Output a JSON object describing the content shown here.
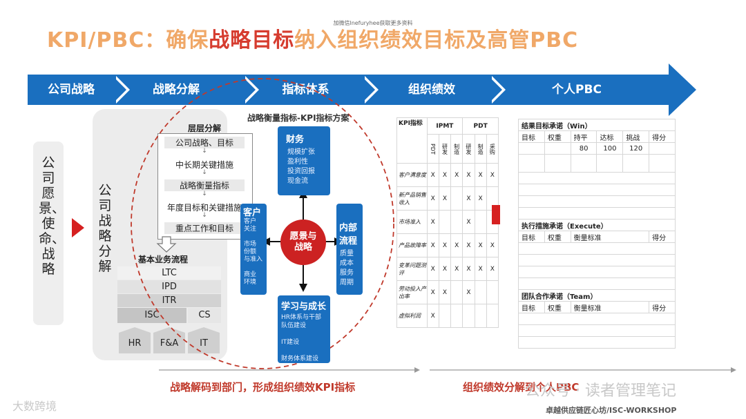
{
  "top_watermark": "加微信lnefuryhee获取更多资料",
  "title": {
    "pre": "KPI/PBC：确保",
    "highlight": "战略目标",
    "post": "纳入组织绩效目标及高管PBC"
  },
  "process": [
    "公司战略",
    "战略分解",
    "指标体系",
    "组织绩效",
    "个人PBC"
  ],
  "vision": "公司愿景、使命、战略",
  "decomp": "公司战略分解",
  "layers": {
    "title": "层层分解",
    "items": [
      "公司战略、目标",
      "中长期关键措施",
      "战略衡量指标",
      "年度目标和关键措施",
      "重点工作和目标"
    ]
  },
  "biz": {
    "title": "基本业务流程",
    "rows": [
      "LTC",
      "IPD",
      "ITR"
    ],
    "isc": "ISC",
    "cs": "CS",
    "bottom": [
      "HR",
      "F&A",
      "IT"
    ]
  },
  "kpi_plan_title": "战略衡量指标-KPI指标方案",
  "center": "愿景与战略",
  "boxes": {
    "finance": {
      "h": "财务",
      "t": "规模扩张\n盈利性\n投资回报\n现金流"
    },
    "customer": {
      "h": "客户",
      "t": "客户\n关注\n\n市场\n份额\n与准入\n\n商业\n环境"
    },
    "internal": {
      "h": "内部流程",
      "t": "质量\n成本\n服务\n周期"
    },
    "learning": {
      "h": "学习与成长",
      "t": "HR体系与干部\n队伍建设\n\nIT建设\n\n财务体系建设"
    }
  },
  "kpi_table": {
    "header": "KPI指标",
    "ipmt": "IPMT",
    "pdt": "PDT",
    "subheads": [
      "PDT",
      "研发",
      "制造",
      "研发",
      "制造",
      "采购"
    ],
    "rows": [
      {
        "label": "客户满意度",
        "marks": [
          "X",
          "X",
          "X",
          "X",
          "X",
          "X"
        ]
      },
      {
        "label": "新产品销售收入",
        "marks": [
          "X",
          "X",
          "",
          "X",
          "X",
          ""
        ]
      },
      {
        "label": "市场准入",
        "marks": [
          "X",
          "",
          "",
          "X",
          "",
          ""
        ]
      },
      {
        "label": "产品故障率",
        "marks": [
          "X",
          "X",
          "X",
          "X",
          "X",
          "X"
        ]
      },
      {
        "label": "变革问题测评",
        "marks": [
          "X",
          "X",
          "X",
          "X",
          "X",
          "X"
        ]
      },
      {
        "label": "劳动投入产出率",
        "marks": [
          "X",
          "X",
          "",
          "X",
          "",
          ""
        ]
      },
      {
        "label": "虚拟利润",
        "marks": [
          "X",
          "",
          "",
          "",
          "",
          ""
        ]
      }
    ]
  },
  "pbc": {
    "win": "结果目标承诺（Win）",
    "win_cols": [
      "目标",
      "权重",
      "持平",
      "达标",
      "挑战",
      "得分"
    ],
    "win_vals": [
      "80",
      "100",
      "120"
    ],
    "exec": "执行措施承诺（Execute）",
    "exec_cols": [
      "目标",
      "权重",
      "衡量标准",
      "得分"
    ],
    "team": "团队合作承诺（Team）",
    "team_cols": [
      "目标",
      "权重",
      "衡量标准",
      "得分"
    ]
  },
  "footer_left": "战略解码到部门，形成组织绩效KPI指标",
  "footer_right": "组织绩效分解到个人PBC",
  "wm_public": "公众号 · 读者管理笔记",
  "wm_bottom_left": "大数跨境",
  "wm_bottom_right": "卓越供应链匠心坊/ISC-WORKSHOP",
  "colors": {
    "blue": "#1a6fbf",
    "red": "#cc2222",
    "title": "#f0a868"
  }
}
